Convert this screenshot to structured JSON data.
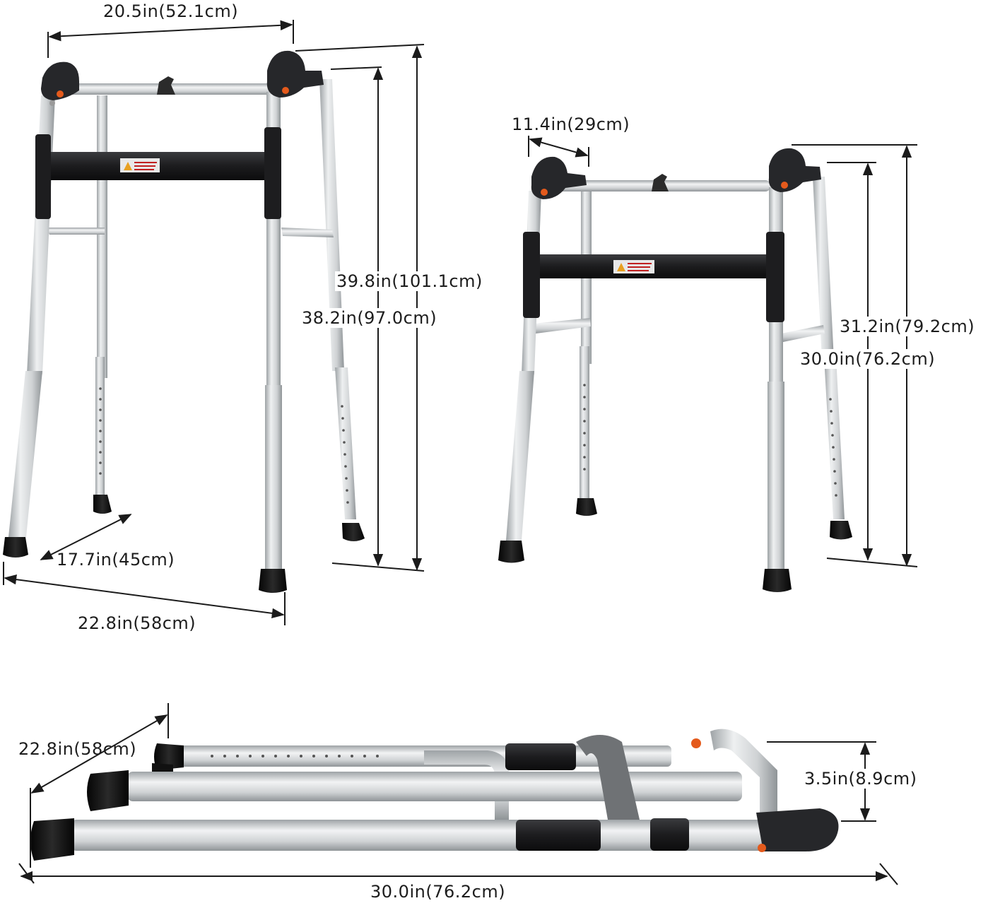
{
  "labels": {
    "walker_a_width": "20.5in(52.1cm)",
    "walker_a_height_max": "39.8in(101.1cm)",
    "walker_a_handle_height": "38.2in(97.0cm)",
    "walker_a_depth": "17.7in(45cm)",
    "walker_a_base_width": "22.8in(58cm)",
    "walker_b_handle_depth": "11.4in(29cm)",
    "walker_b_height_max": "31.2in(79.2cm)",
    "walker_b_handle_height": "30.0in(76.2cm)",
    "folded_width": "22.8in(58cm)",
    "folded_thickness": "3.5in(8.9cm)",
    "folded_length": "30.0in(76.2cm)"
  },
  "colors": {
    "frame_aluminum": "#cfd2d4",
    "frame_highlight": "#eef0f1",
    "frame_shadow": "#9ea3a6",
    "crossbar_black": "#1c1c1e",
    "grip_black": "#26272a",
    "foot_black": "#121212",
    "accent_orange": "#e45a1c",
    "dimension_line": "#1b1b1b"
  },
  "icons": [
    "warning-label-icon",
    "push-button-icon"
  ]
}
